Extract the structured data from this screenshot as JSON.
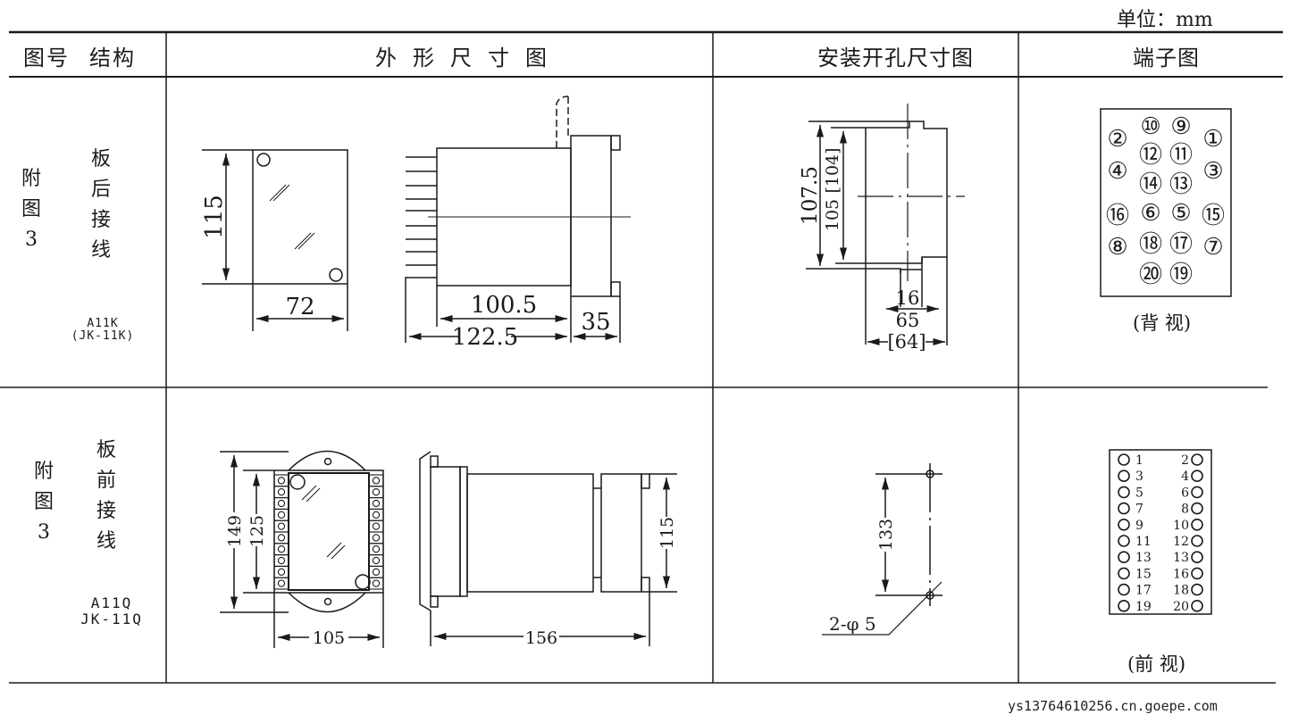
{
  "unit_label": "单位：mm",
  "header": {
    "col1": [
      "图号",
      "结构"
    ],
    "col2": "外形尺寸图",
    "col3": "安装开孔尺寸图",
    "col4": "端子图"
  },
  "rows": [
    {
      "figure": [
        "附",
        "图",
        "3"
      ],
      "structure": [
        "板",
        "后",
        "接",
        "线"
      ],
      "model": [
        "A11K",
        "(JK-11K)"
      ],
      "outline_dims": {
        "height": "115",
        "width": "72",
        "body_depth": "100.5",
        "total_depth": "122.5",
        "front_depth": "35"
      },
      "cutout_dims": {
        "outer_height": "107.5",
        "inner_height": "105",
        "inner_height_alt": "[104]",
        "slot": "16",
        "width": "65",
        "width_alt": "[64]"
      },
      "terminal": {
        "caption": "(背 视)",
        "circles": [
          "⑩",
          "⑨",
          "②",
          "①",
          "⑫",
          "⑪",
          "④",
          "③",
          "⑭",
          "⑬",
          "⑯",
          "⑮",
          "⑥",
          "⑤",
          "⑱",
          "⑰",
          "⑧",
          "⑦",
          "⑳",
          "⑲"
        ]
      }
    },
    {
      "figure": [
        "附",
        "图",
        "3"
      ],
      "structure": [
        "板",
        "前",
        "接",
        "线"
      ],
      "model": [
        "A11Q",
        "JK-11Q"
      ],
      "outline_dims": {
        "outer_height": "149",
        "inner_height": "125",
        "width": "105",
        "depth": "156",
        "side_height": "115"
      },
      "cutout_dims": {
        "spacing": "133",
        "holes": "2-φ 5"
      },
      "terminal": {
        "caption": "(前 视)",
        "left": [
          "1",
          "3",
          "5",
          "7",
          "9",
          "11",
          "13",
          "15",
          "17",
          "19"
        ],
        "right": [
          "2",
          "4",
          "6",
          "8",
          "10",
          "12",
          "13",
          "16",
          "18",
          "20"
        ]
      }
    }
  ],
  "watermark": "ys13764610256.cn.goepe.com"
}
